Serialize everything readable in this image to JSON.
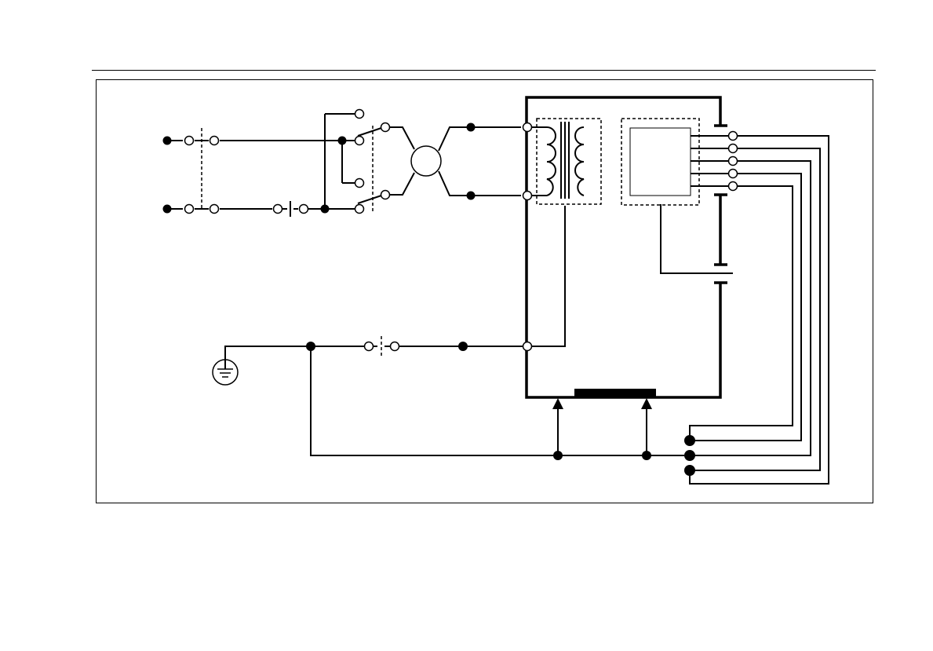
{
  "diagram": {
    "labels": [],
    "colors": {
      "line": "#000000",
      "background": "#ffffff",
      "terminal_fill": "#ffffff",
      "junction_fill": "#000000"
    },
    "components": [
      "mains-input-terminals",
      "double-pole-switch",
      "fuse",
      "function-selector-switch",
      "meter-movement",
      "isolation-transformer",
      "control-circuit-box",
      "ground-symbol",
      "case-enclosure",
      "sense-lines"
    ]
  }
}
